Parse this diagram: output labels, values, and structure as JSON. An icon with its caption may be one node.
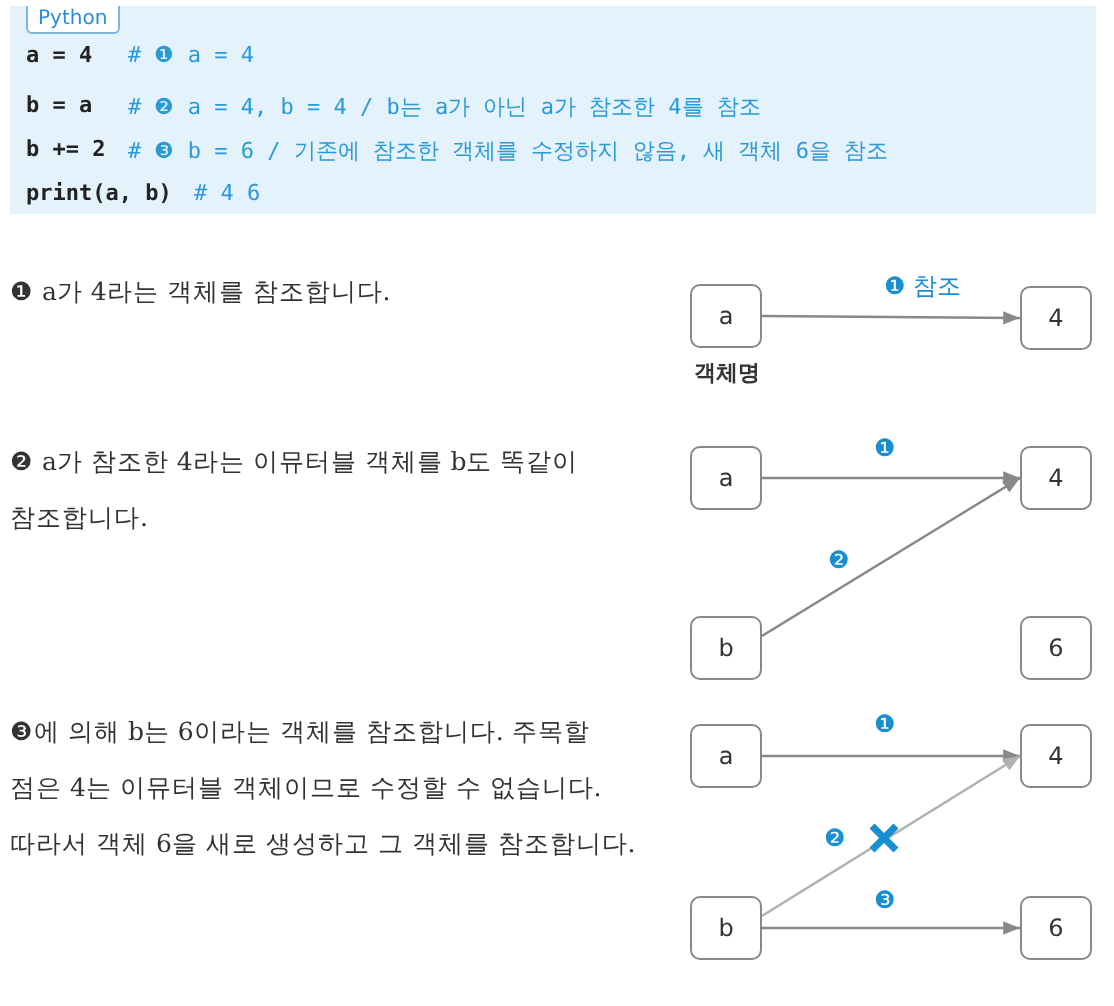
{
  "diagram": {
    "nodes": [
      {
        "text": [
          "a"
        ],
        "beside": [
          "객체명"
        ]
      },
      {
        "text": [
          "4"
        ]
      },
      {
        "text": [
          "a"
        ]
      },
      {
        "text": [
          "4"
        ]
      },
      {
        "text": [
          "b"
        ]
      },
      {
        "text": [
          "6"
        ]
      },
      {
        "text": [
          "a"
        ]
      },
      {
        "text": [
          "4"
        ]
      },
      {
        "text": [
          "b"
        ]
      },
      {
        "text": [
          "6"
        ]
      }
    ],
    "edges": [
      {
        "from": 0,
        "to": 1,
        "arrow": "to",
        "label": "❶ 참조"
      },
      {
        "from": 2,
        "to": 3,
        "arrow": "to",
        "label": "❶"
      },
      {
        "from": 4,
        "to": 3,
        "arrow": "to",
        "label": "❷"
      },
      {
        "from": 6,
        "to": 7,
        "arrow": "to",
        "label": "❶"
      },
      {
        "from": 8,
        "to": 7,
        "arrow": "to",
        "label": "❷",
        "color": "#b0b0b0"
      },
      {
        "from": 8,
        "to": 9,
        "arrow": "to",
        "label": "❸"
      }
    ],
    "labels": [
      "Python",
      "a = 4",
      "# ❶ a = 4",
      "b = a",
      "# ❷ a = 4, b = 4 / b는 a가 아닌 a가 참조한 4를 참조",
      "b += 2",
      "# ❸ b = 6 / 기존에 참조한 객체를 수정하지 않음, 새 객체 6을 참조",
      "print(a, b)",
      "# 4 6",
      "❶ a가 4라는 객체를 참조합니다.",
      "❷ a가 참조한 4라는 이뮤터블 객체를 b도 똑같이 참조합니다.",
      "❸에 의해 b는 6이라는 객체를 참조합니다. 주목할 점은 4는 이뮤터블 객체이므로 수정할 수 없습니다. 따라서 객체 6을 새로 생성하고 그 객체를 참조합니다."
    ]
  }
}
